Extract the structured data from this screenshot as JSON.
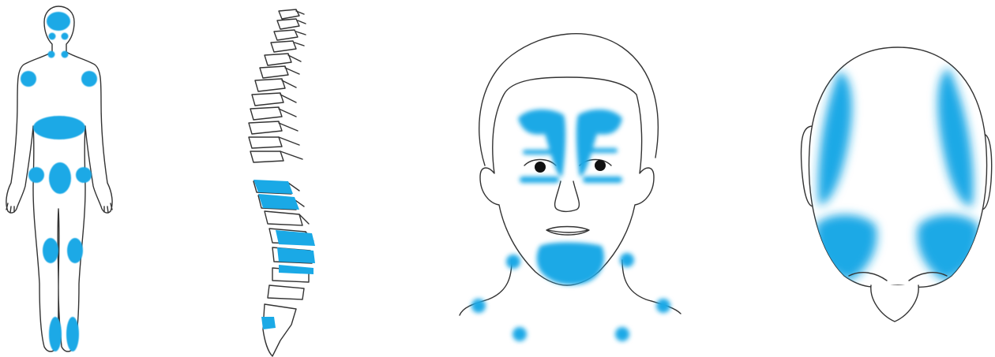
{
  "highlight_color": "#1aa9e6",
  "outline_color": "#333333",
  "background": "#ffffff",
  "figures": [
    {
      "icon": "body-back-view-icon",
      "highlighted_regions": 15
    },
    {
      "icon": "spine-side-view-icon",
      "highlighted_regions": 3
    },
    {
      "icon": "face-front-view-icon",
      "highlighted_regions": 9
    },
    {
      "icon": "scalp-top-view-icon",
      "highlighted_regions": 4
    }
  ]
}
